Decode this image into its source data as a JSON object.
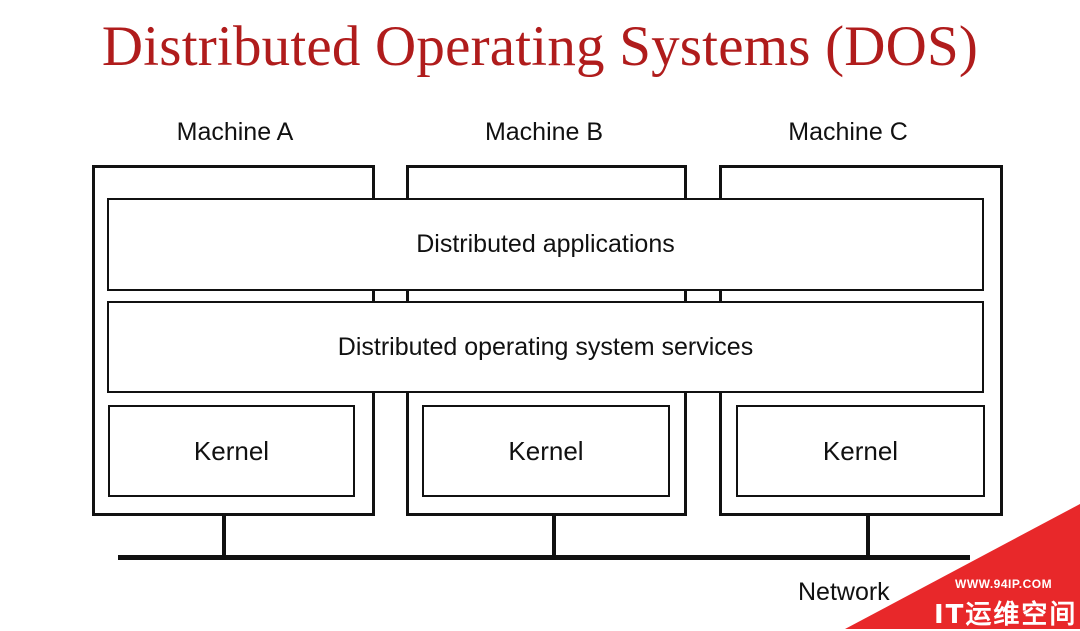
{
  "title": "Distributed Operating Systems (DOS)",
  "machines": [
    {
      "label": "Machine A",
      "kernel": "Kernel"
    },
    {
      "label": "Machine B",
      "kernel": "Kernel"
    },
    {
      "label": "Machine C",
      "kernel": "Kernel"
    }
  ],
  "layers": {
    "applications": "Distributed applications",
    "services": "Distributed operating system services"
  },
  "network": {
    "label": "Network"
  },
  "watermark": {
    "url": "WWW.94IP.COM",
    "text": "IT运维空间"
  }
}
